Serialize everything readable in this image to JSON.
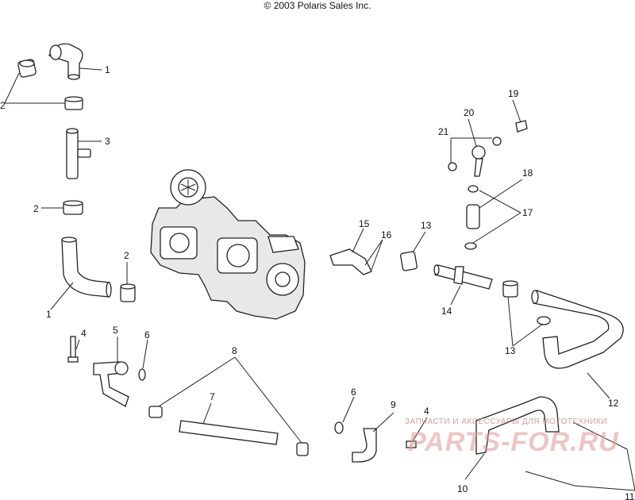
{
  "header": {
    "copyright": "© 2003 Polaris Sales Inc."
  },
  "callouts": {
    "c1a": "1",
    "c1b": "1",
    "c2a": "2",
    "c2b": "2",
    "c2c": "2",
    "c3": "3",
    "c4a": "4",
    "c4b": "4",
    "c5": "5",
    "c6a": "6",
    "c6b": "6",
    "c7": "7",
    "c8": "8",
    "c9": "9",
    "c10": "10",
    "c11": "11",
    "c12": "12",
    "c13a": "13",
    "c13b": "13",
    "c14": "14",
    "c15": "15",
    "c16": "16",
    "c17": "17",
    "c18": "18",
    "c19": "19",
    "c20": "20",
    "c21": "21"
  },
  "watermark": {
    "subtitle": "ЗАПЧАСТИ И АКСЕССУАРЫ ДЛЯ МОТОТЕХНИКИ",
    "brand": "PARTS-FOR.RU"
  }
}
